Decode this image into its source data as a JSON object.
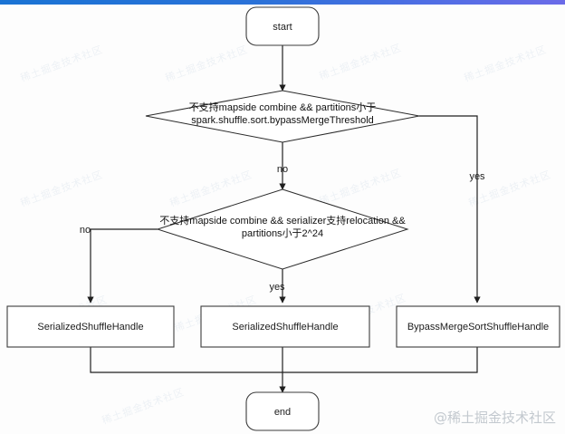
{
  "page": {
    "topbar_gradient_start": "#1a73d4",
    "topbar_gradient_end": "#6b6be8",
    "background": "#fdfdfd",
    "line_color": "#1f1f1f"
  },
  "watermark": {
    "main": "@稀土掘金技术社区",
    "background_tile": "稀土掘金技术社区"
  },
  "flowchart": {
    "type": "flowchart",
    "nodes": [
      {
        "id": "start",
        "shape": "terminator",
        "label": "start"
      },
      {
        "id": "decision1",
        "shape": "diamond",
        "label_line1": "不支持mapside combine &&  partitions小于",
        "label_line2": "spark.shuffle.sort.bypassMergeThreshold"
      },
      {
        "id": "decision2",
        "shape": "diamond",
        "label_line1": "不支持mapside combine &&  serializer支持relocation &&",
        "label_line2": "partitions小于2^24"
      },
      {
        "id": "result_left",
        "shape": "process",
        "label": "SerializedShuffleHandle"
      },
      {
        "id": "result_middle",
        "shape": "process",
        "label": "SerializedShuffleHandle"
      },
      {
        "id": "result_right",
        "shape": "process",
        "label": "BypassMergeSortShuffleHandle"
      },
      {
        "id": "end",
        "shape": "terminator",
        "label": "end"
      }
    ],
    "edges": [
      {
        "from": "start",
        "to": "decision1",
        "label": ""
      },
      {
        "from": "decision1",
        "to": "decision2",
        "label": "no"
      },
      {
        "from": "decision1",
        "to": "result_right",
        "label": "yes"
      },
      {
        "from": "decision2",
        "to": "result_left",
        "label": "no"
      },
      {
        "from": "decision2",
        "to": "result_middle",
        "label": "yes"
      },
      {
        "from": "result_left",
        "to": "end",
        "label": ""
      },
      {
        "from": "result_middle",
        "to": "end",
        "label": ""
      },
      {
        "from": "result_right",
        "to": "end",
        "label": ""
      }
    ]
  }
}
